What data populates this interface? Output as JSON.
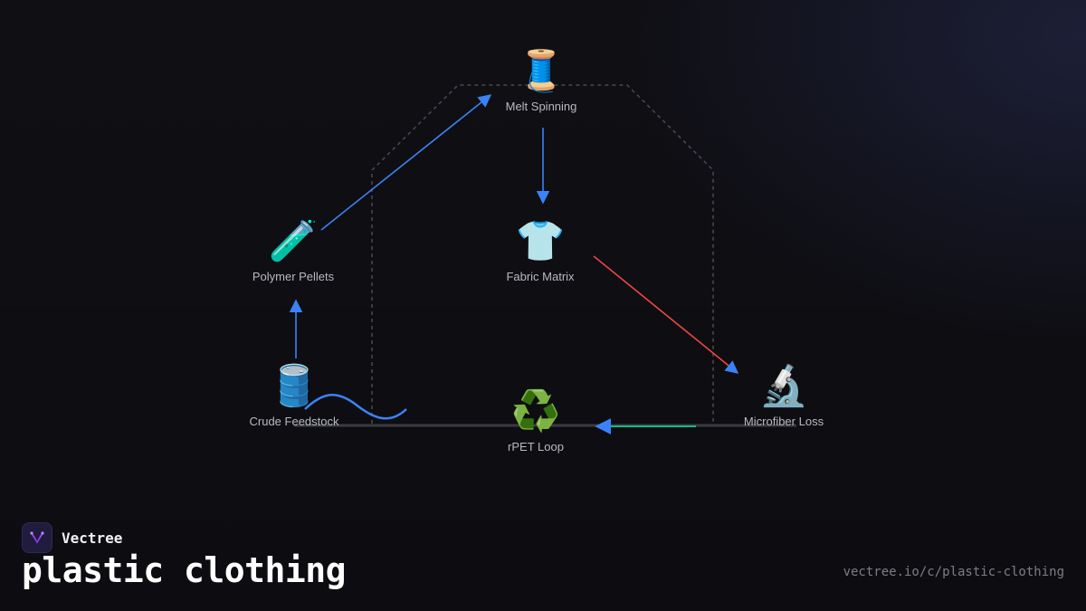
{
  "diagram": {
    "nodes": [
      {
        "id": "melt-spinning",
        "label": "Melt Spinning",
        "icon": "🧵",
        "icon_name": "thread-spool-icon"
      },
      {
        "id": "polymer-pellets",
        "label": "Polymer Pellets",
        "icon": "🧪",
        "icon_name": "test-tube-icon"
      },
      {
        "id": "fabric-matrix",
        "label": "Fabric Matrix",
        "icon": "👕",
        "icon_name": "tshirt-icon"
      },
      {
        "id": "crude-feedstock",
        "label": "Crude Feedstock",
        "icon": "🛢️",
        "icon_name": "oil-drum-icon"
      },
      {
        "id": "rpet-loop",
        "label": "rPET Loop",
        "icon": "♻️",
        "icon_name": "recycle-icon"
      },
      {
        "id": "microfiber-loss",
        "label": "Microfiber Loss",
        "icon": "🔬",
        "icon_name": "microscope-icon"
      }
    ],
    "edges": [
      {
        "from": "crude-feedstock",
        "to": "polymer-pellets",
        "color": "#3b82f6"
      },
      {
        "from": "polymer-pellets",
        "to": "melt-spinning",
        "color": "#3b82f6"
      },
      {
        "from": "melt-spinning",
        "to": "fabric-matrix",
        "color": "#3b82f6"
      },
      {
        "from": "fabric-matrix",
        "to": "microfiber-loss",
        "color": "#ef4444"
      },
      {
        "from": "microfiber-loss",
        "to": "rpet-loop",
        "color": "#10b981"
      }
    ],
    "colors": {
      "accent_blue": "#3b82f6",
      "accent_red": "#ef4444",
      "accent_green": "#10b981",
      "outline": "#4a4a55"
    }
  },
  "brand": {
    "name": "Vectree"
  },
  "title": "plastic clothing",
  "url": "vectree.io/c/plastic-clothing"
}
